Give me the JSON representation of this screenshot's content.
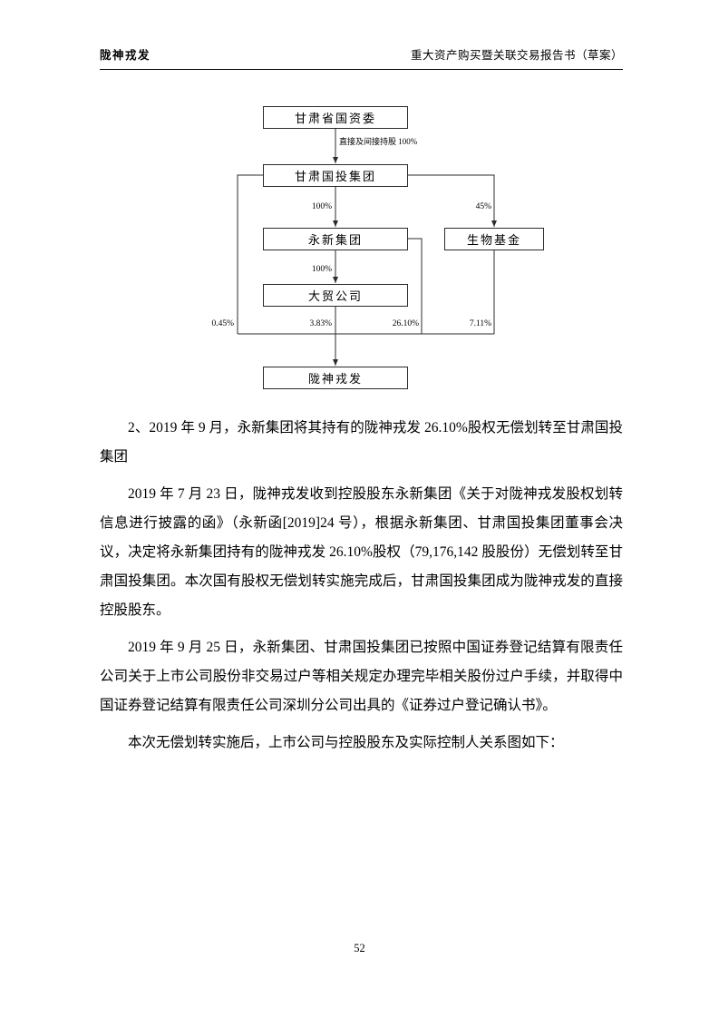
{
  "header": {
    "left": "陇神戎发",
    "right": "重大资产购买暨关联交易报告书（草案）"
  },
  "diagram": {
    "nodes": {
      "gzw": "甘肃省国资委",
      "gtjt": "甘肃国投集团",
      "yxjt": "永新集团",
      "swjj": "生物基金",
      "dmgs": "大贸公司",
      "lsrf": "陇神戎发"
    },
    "labels": {
      "direct_indirect": "直接及间接持股 100%",
      "pct_100_a": "100%",
      "pct_100_b": "100%",
      "pct_45": "45%",
      "pct_0_45": "0.45%",
      "pct_3_83": "3.83%",
      "pct_26_10": "26.10%",
      "pct_7_11": "7.11%"
    }
  },
  "body": {
    "para1": "2、2019 年 9 月，永新集团将其持有的陇神戎发 26.10%股权无偿划转至甘肃国投集团",
    "para2": "2019 年 7 月 23 日，陇神戎发收到控股股东永新集团《关于对陇神戎发股权划转信息进行披露的函》（永新函[2019]24 号），根据永新集团、甘肃国投集团董事会决议，决定将永新集团持有的陇神戎发 26.10%股权（79,176,142 股股份）无偿划转至甘肃国投集团。本次国有股权无偿划转实施完成后，甘肃国投集团成为陇神戎发的直接控股股东。",
    "para3": "2019 年 9 月 25 日，永新集团、甘肃国投集团已按照中国证券登记结算有限责任公司关于上市公司股份非交易过户等相关规定办理完毕相关股份过户手续，并取得中国证券登记结算有限责任公司深圳分公司出具的《证券过户登记确认书》。",
    "para4": "本次无偿划转实施后，上市公司与控股股东及实际控制人关系图如下："
  },
  "footer": {
    "page_number": "52"
  }
}
